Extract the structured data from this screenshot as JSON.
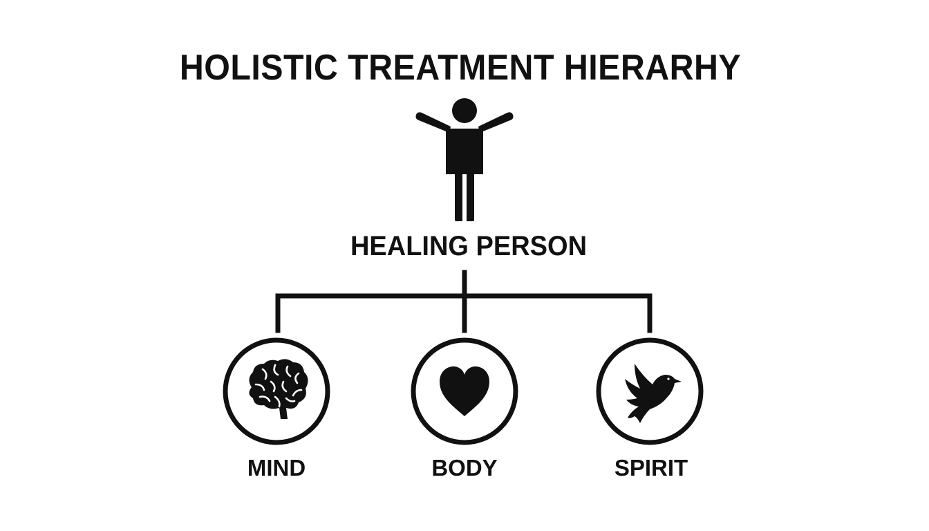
{
  "title": "HOLISTIC TREATMENT HIERARHY",
  "root": {
    "label": "HEALING PERSON",
    "icon": "person-arms-raised-icon"
  },
  "children": [
    {
      "label": "MIND",
      "icon": "brain-icon"
    },
    {
      "label": "BODY",
      "icon": "heart-icon"
    },
    {
      "label": "SPIRIT",
      "icon": "dove-icon"
    }
  ],
  "colors": {
    "ink": "#111111",
    "background": "#ffffff"
  }
}
